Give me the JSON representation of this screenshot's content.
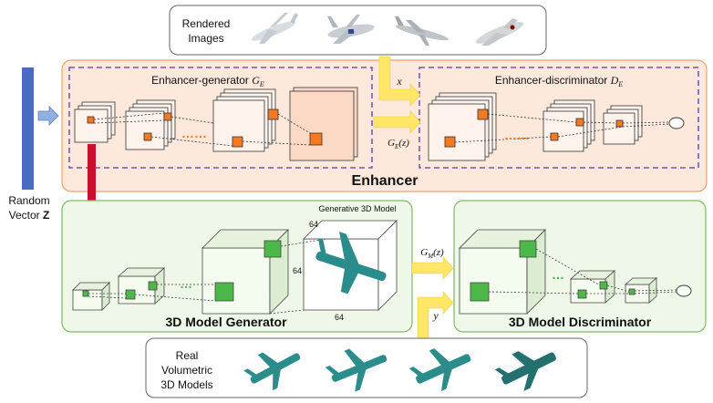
{
  "top_panel": {
    "label_line1": "Rendered",
    "label_line2": "Images"
  },
  "random_vector": {
    "line1": "Random",
    "line2": "Vector ",
    "symbol": "Z"
  },
  "enhancer": {
    "title": "Enhancer",
    "generator_label": "Enhancer-generator ",
    "generator_symbol": "G",
    "generator_sub": "E",
    "discriminator_label": "Enhancer-discriminator ",
    "discriminator_symbol": "D",
    "discriminator_sub": "E",
    "input_x": "x",
    "output_g": "G",
    "output_g_sub": "E",
    "output_g_arg": "(z)",
    "ellipsis": "……"
  },
  "model": {
    "generator_title": "3D Model Generator",
    "discriminator_title": "3D Model Discriminator",
    "generative_label": "Generative 3D Model",
    "dim_top": "64",
    "dim_side": "64",
    "dim_bottom": "64",
    "output_g": "G",
    "output_g_sub": "M",
    "output_g_arg": "(z)",
    "input_y": "y",
    "ellipsis": "…"
  },
  "bottom_panel": {
    "line1": "Real",
    "line2": "Volumetric",
    "line3": "3D Models"
  },
  "colors": {
    "enhancer_bg": "#fde9dc",
    "enhancer_border": "#f2a069",
    "model_bg": "#eef7e8",
    "model_border": "#7dbb5e",
    "dashed_purple": "#7030a0",
    "orange_cube": "#f47920",
    "green_cube": "#4cb848",
    "arrow_yellow": "#ffe666",
    "arrow_red": "#c8102e",
    "vector_blue": "#4b6ac2",
    "voxel_teal": "#2c8c8c"
  },
  "icons": [
    "airplane-rendering-icon",
    "voxel-airplane-icon",
    "input-arrow-icon",
    "discriminator-output-node-icon"
  ]
}
